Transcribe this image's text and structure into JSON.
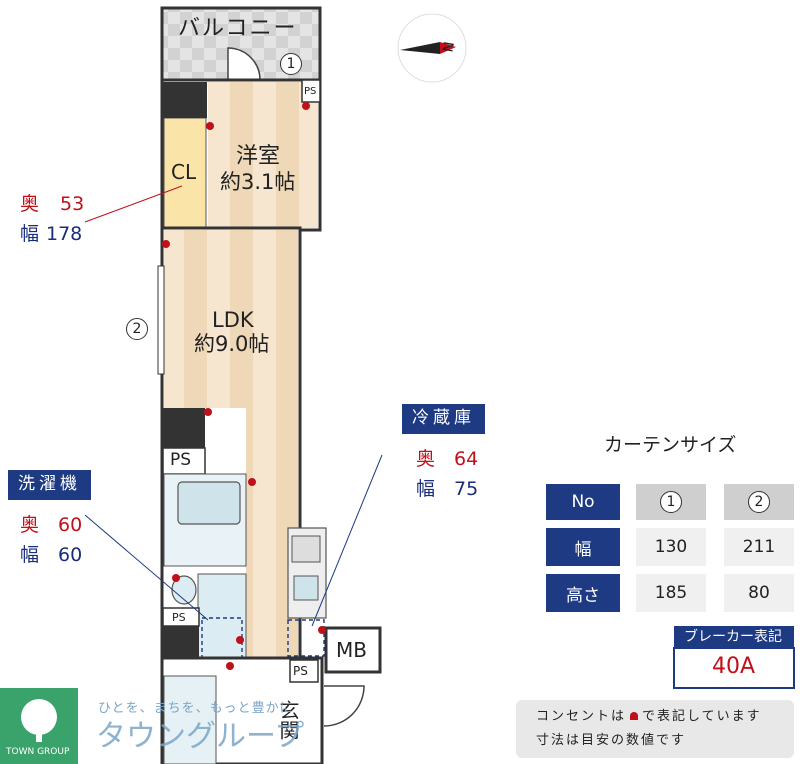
{
  "floorplan": {
    "balcony": "バルコニー",
    "western_room": {
      "name": "洋室",
      "size": "約3.1帖"
    },
    "closet": "CL",
    "ldk": {
      "name": "LDK",
      "size": "約9.0帖"
    },
    "ps_labels": [
      "PS",
      "PS",
      "PS",
      "PS"
    ],
    "mb": "MB",
    "entrance": "玄関",
    "window_markers": [
      "1",
      "2"
    ],
    "compass": "N"
  },
  "callouts": {
    "cl_dims": {
      "depth_label": "奥",
      "depth": "53",
      "width_label": "幅",
      "width": "178"
    },
    "fridge": {
      "title": "冷蔵庫",
      "depth_label": "奥",
      "depth": "64",
      "width_label": "幅",
      "width": "75"
    },
    "washer": {
      "title": "洗濯機",
      "depth_label": "奥",
      "depth": "60",
      "width_label": "幅",
      "width": "60"
    }
  },
  "curtain_table": {
    "title": "カーテンサイズ",
    "header": {
      "label": "No",
      "c1": "1",
      "c2": "2"
    },
    "rows": [
      {
        "label": "幅",
        "v1": "130",
        "v2": "211"
      },
      {
        "label": "高さ",
        "v1": "185",
        "v2": "80"
      }
    ]
  },
  "breaker": {
    "label": "ブレーカー表記",
    "value": "40A"
  },
  "note": {
    "line1_pre": "コンセントは",
    "line1_post": "で表記しています",
    "line2": "寸法は目安の数値です"
  },
  "brand": {
    "name": "タウングループ",
    "tagline": "ひとを、まちを、もっと豊かに",
    "sub": "TOWN GROUP"
  },
  "colors": {
    "accent_navy": "#1d3a82",
    "red": "#c0101a",
    "floor": "#f3e0c6",
    "brand_green": "#3aa26b"
  }
}
